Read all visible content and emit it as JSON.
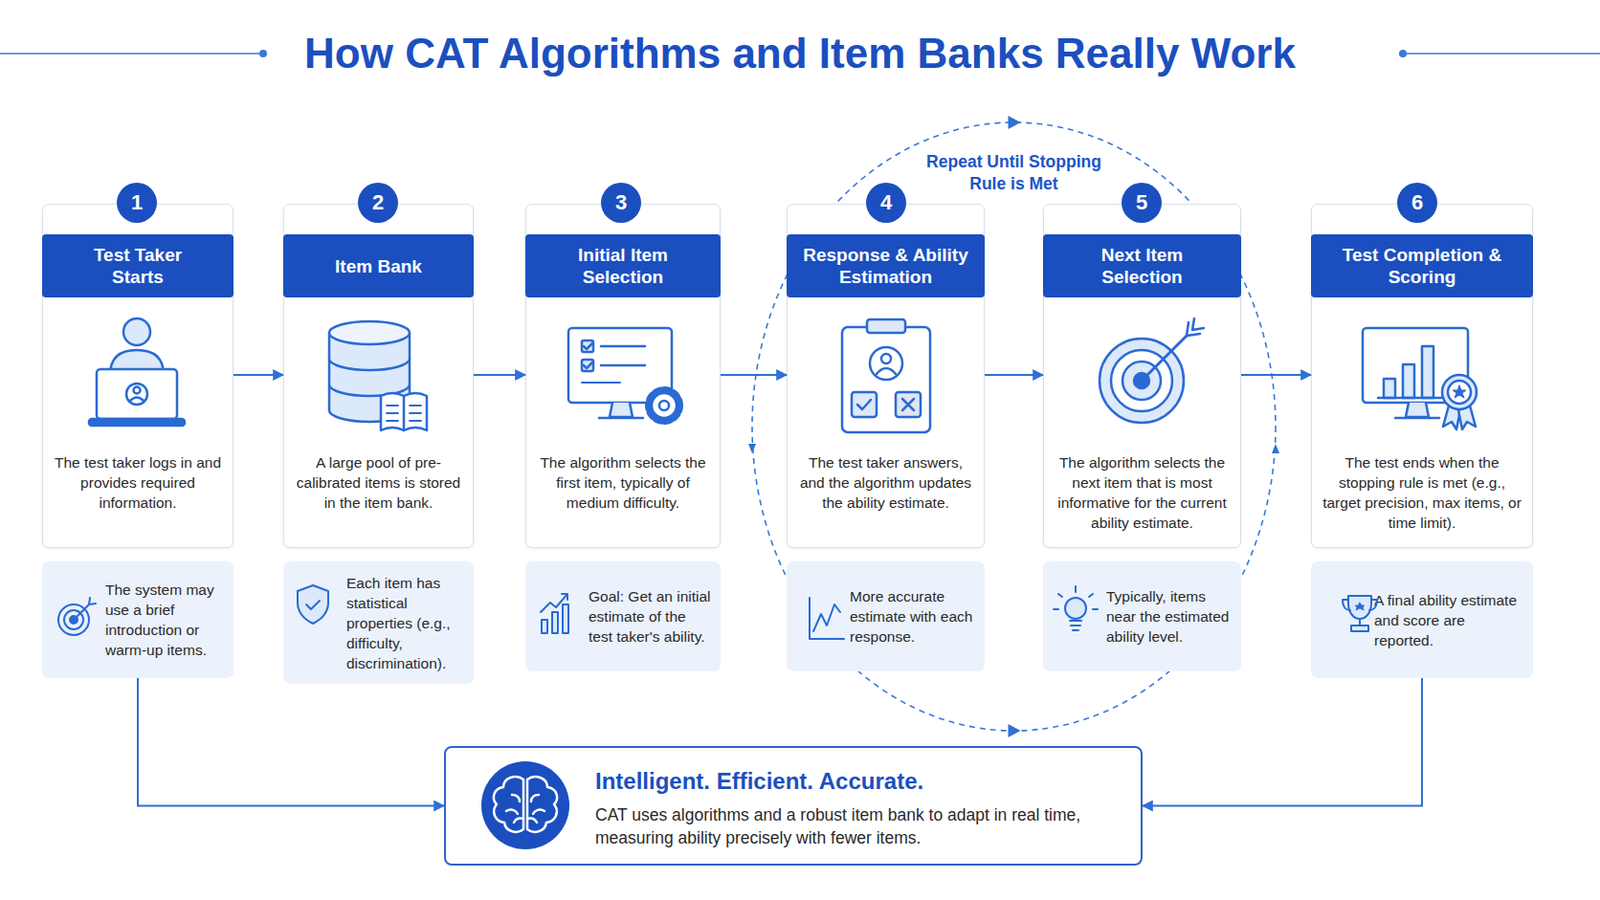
{
  "diagram": {
    "title": "How CAT Algorithms and Item Banks Really Work",
    "nodes": [
      {
        "text": [
          "The test taker logs in and provides required information."
        ]
      },
      {
        "text": [
          "1"
        ],
        "in": 0
      },
      {
        "text": [
          "Test Taker Starts"
        ],
        "in": 0
      },
      {
        "text": [
          "The system may use a brief introduction or warm-up items."
        ]
      },
      {
        "text": [
          "A large pool of pre-calibrated items is stored in the item bank."
        ]
      },
      {
        "text": [
          "2"
        ],
        "in": 4
      },
      {
        "text": [
          "Item Bank"
        ],
        "in": 4
      },
      {
        "text": [
          "Each item has statistical properties (e.g., difficulty, discrimination)."
        ]
      },
      {
        "text": [
          "The algorithm selects the first item, typically of medium difficulty."
        ]
      },
      {
        "text": [
          "3"
        ],
        "in": 8
      },
      {
        "text": [
          "Initial Item Selection"
        ],
        "in": 8
      },
      {
        "text": [
          "Goal: Get an initial estimate of the test taker's ability."
        ]
      },
      {
        "text": [
          "Repeat Until Stopping Rule is Met"
        ]
      },
      {
        "text": [
          "The test taker answers, and the algorithm updates the ability estimate."
        ],
        "in": 12
      },
      {
        "text": [
          "4"
        ],
        "in": 13
      },
      {
        "text": [
          "Response & Ability Estimation"
        ],
        "in": 13
      },
      {
        "text": [
          "More accurate estimate with each response."
        ],
        "in": 12
      },
      {
        "text": [
          "The algorithm selects the next item that is most informative for the current ability estimate."
        ],
        "in": 12
      },
      {
        "text": [
          "5"
        ],
        "in": 17
      },
      {
        "text": [
          "Next Item Selection"
        ],
        "in": 17
      },
      {
        "text": [
          "Typically, items near the estimated ability level."
        ],
        "in": 12
      },
      {
        "text": [
          "The test ends when the stopping rule is met (e.g., target precision, max items, or time limit)."
        ]
      },
      {
        "text": [
          "6"
        ],
        "in": 21
      },
      {
        "text": [
          "Test Completion & Scoring"
        ],
        "in": 21
      },
      {
        "text": [
          "A final ability estimate and score are reported."
        ]
      },
      {
        "text": [
          "Intelligent. Efficient. Accurate.",
          "CAT uses algorithms and a robust item bank to adapt in real time, measuring ability precisely with fewer items."
        ]
      }
    ],
    "edges": [
      {
        "from": 0,
        "to": 4,
        "arrow": "to"
      },
      {
        "from": 4,
        "to": 8,
        "arrow": "to"
      },
      {
        "from": 8,
        "to": 13,
        "arrow": "to"
      },
      {
        "from": 13,
        "to": 17,
        "arrow": "to"
      },
      {
        "from": 17,
        "to": 21,
        "arrow": "to"
      },
      {
        "from": 3,
        "to": 25,
        "arrow": "to"
      },
      {
        "from": 24,
        "to": 25,
        "arrow": "to"
      }
    ]
  }
}
